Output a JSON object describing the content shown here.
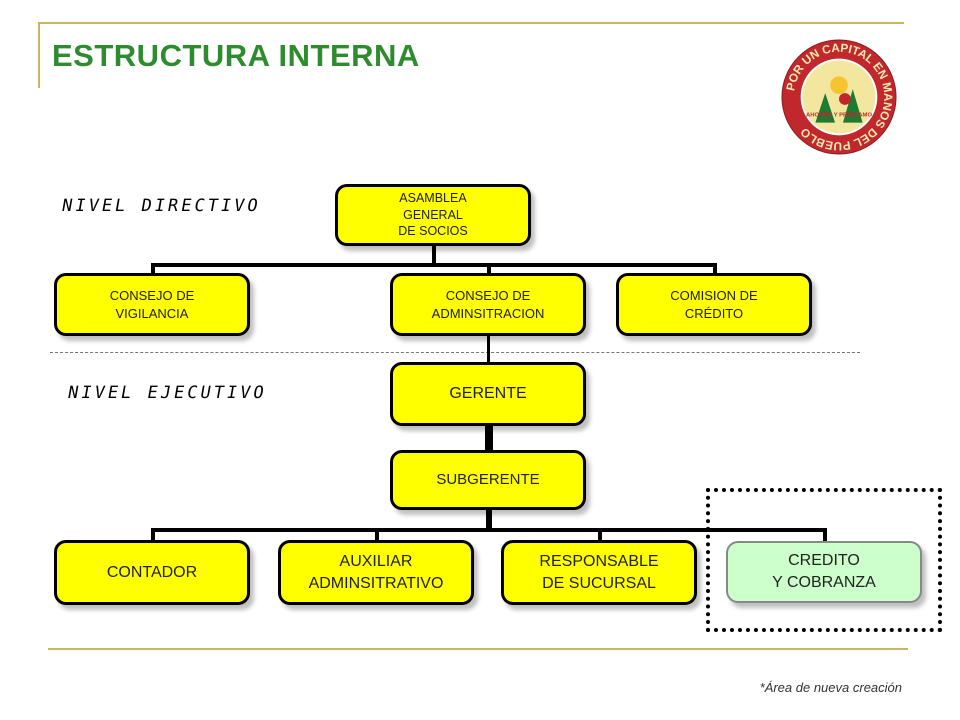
{
  "title": "ESTRUCTURA INTERNA",
  "levels": {
    "directivo": "NIVEL  DIRECTIVO",
    "ejecutivo": "NIVEL  EJECUTIVO"
  },
  "nodes": {
    "asamblea": "ASAMBLEA\n   GENERAL\nDE SOCIOS",
    "vigilancia": "CONSEJO DE\nVIGILANCIA",
    "administracion": "CONSEJO DE\nADMINSITRACION",
    "credito_comision": "COMISION DE\nCRÉDITO",
    "gerente": "GERENTE",
    "subgerente": "SUBGERENTE",
    "contador": "CONTADOR",
    "auxiliar": "AUXILIAR\nADMINSITRATIVO",
    "responsable": "RESPONSABLE\nDE SUCURSAL",
    "cobranza": "CREDITO\nY COBRANZA"
  },
  "logo": {
    "ring_text": "POR UN CAPITAL EN MANOS DEL PUEBLO",
    "inner_text": "AHORRO Y PRÉSTAMO",
    "colors": {
      "ring": "#c0282d",
      "inner": "#f3e7a0",
      "trees": "#1f7a32",
      "sun": "#f6c431"
    }
  },
  "footnote": "*Área de nueva creación",
  "colors": {
    "node_fill": "#ffff00",
    "new_fill": "#ccffcc",
    "title": "#2e8b2e",
    "rule": "#c8b560"
  }
}
